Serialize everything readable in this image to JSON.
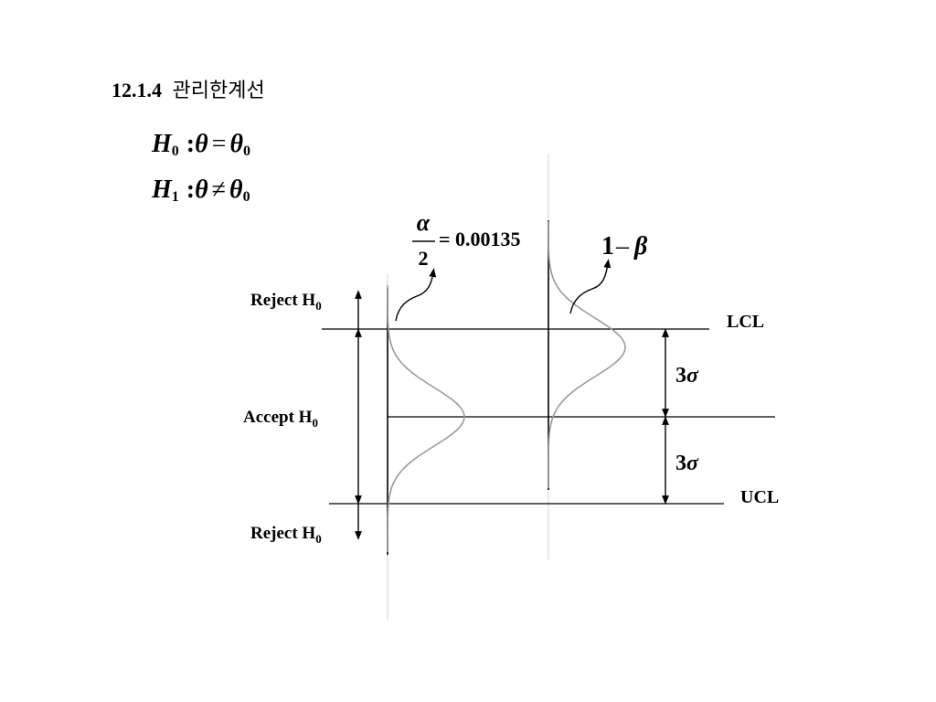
{
  "section": {
    "number": "12.1.4",
    "title": "관리한계선"
  },
  "hypotheses": {
    "h0": {
      "var": "H",
      "sub": "0",
      "colon": ":",
      "theta": "θ",
      "op": "=",
      "theta0": "θ",
      "theta0_sub": "0"
    },
    "h1": {
      "var": "H",
      "sub": "1",
      "colon": ":",
      "theta": "θ",
      "op": "≠",
      "theta0": "θ",
      "theta0_sub": "0"
    }
  },
  "alpha_label": {
    "numerator": "α",
    "denominator": "2",
    "equals": "= 0.00135"
  },
  "beta_label": {
    "one": "1",
    "minus": "–",
    "beta": "β"
  },
  "regions": {
    "reject_top": {
      "text": "Reject H",
      "sub": "0"
    },
    "accept": {
      "text": "Accept H",
      "sub": "0"
    },
    "reject_bottom": {
      "text": "Reject H",
      "sub": "0"
    }
  },
  "limits": {
    "lcl": "LCL",
    "ucl": "UCL"
  },
  "sigma_labels": {
    "upper": {
      "n": "3",
      "sym": "σ"
    },
    "lower": {
      "n": "3",
      "sym": "σ"
    }
  },
  "colors": {
    "line": "#000000",
    "curve": "#9a9a9a",
    "faint_axis": "#d6d6d6"
  }
}
